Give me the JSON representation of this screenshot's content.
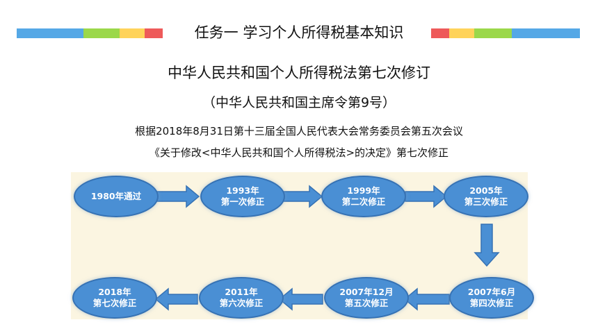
{
  "header": {
    "title": "任务一  学习个人所得税基本知识"
  },
  "law": {
    "title": "中华人民共和国个人所得税法第七次修订",
    "decree": "（中华人民共和国主席令第9号）",
    "basis_line1": "根据2018年8月31日第十三届全国人民代表大会常务委员会第五次会议",
    "basis_line2": "《关于修改<中华人民共和国个人所得税法>的决定》第七次修正"
  },
  "stripe_colors": {
    "blue": "#55a8e6",
    "green": "#9bd84a",
    "yellow": "#ffd35a",
    "red": "#ee5a5a"
  },
  "timeline": [
    {
      "line1": "1980年通过",
      "line2": ""
    },
    {
      "line1": "1993年",
      "line2": "第一次修正"
    },
    {
      "line1": "1999年",
      "line2": "第二次修正"
    },
    {
      "line1": "2005年",
      "line2": "第三次修正"
    },
    {
      "line1": "2007年6月",
      "line2": "第四次修正"
    },
    {
      "line1": "2007年12月",
      "line2": "第五次修正"
    },
    {
      "line1": "2011年",
      "line2": "第六次修正"
    },
    {
      "line1": "2018年",
      "line2": "第七次修正"
    }
  ]
}
